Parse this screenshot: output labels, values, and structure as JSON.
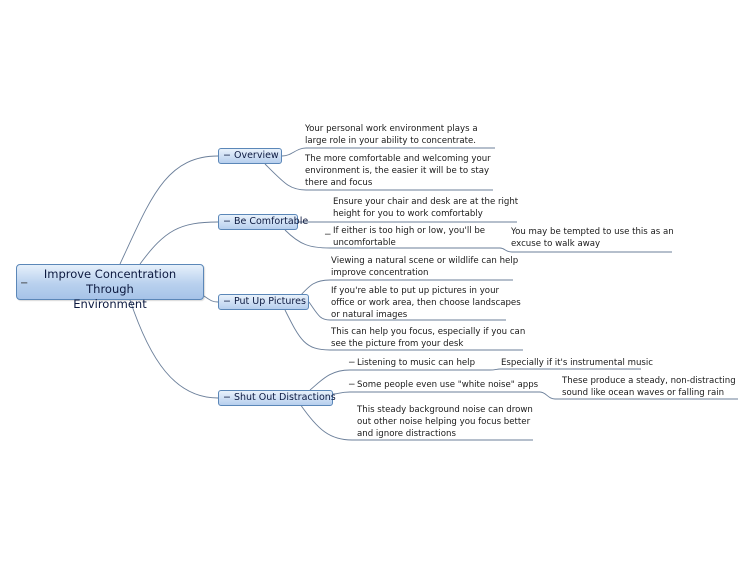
{
  "root": {
    "lines": [
      "Improve Concentration Through",
      "Environment"
    ]
  },
  "branches": {
    "overview": "Overview",
    "comfortable": "Be Comfortable",
    "pictures": "Put Up Pictures",
    "distractions": "Shut Out Distractions"
  },
  "overview": {
    "t1": [
      "Your personal work environment plays a",
      "large role in your ability to concentrate."
    ],
    "t2": [
      "The more comfortable and welcoming your",
      "environment is, the easier it will be to stay",
      "there and focus"
    ]
  },
  "comfortable": {
    "t1": [
      "Ensure your chair and desk are at the right",
      "height for you to work comfortably"
    ],
    "t2": [
      "If either is too high or low, you'll be",
      "uncomfortable"
    ],
    "t2_child": [
      "You may be tempted to use this as an",
      "excuse to walk away"
    ]
  },
  "pictures": {
    "t1": [
      "Viewing a natural scene or wildlife can help",
      "improve concentration"
    ],
    "t2": [
      "If you're able to put up pictures in your",
      "office or work area, then choose landscapes",
      "or natural images"
    ],
    "t3": [
      "This can help you focus, especially if you can",
      "see the picture from your desk"
    ]
  },
  "distractions": {
    "t1": "Listening to music can help",
    "t1_child": "Especially if it's instrumental music",
    "t2": "Some people even use \"white noise\" apps",
    "t2_child": [
      "These produce a steady, non-distracting",
      "sound like ocean waves or falling rain"
    ],
    "t3": [
      "This steady background noise can drown",
      "out other noise helping you focus better",
      "and ignore distractions"
    ]
  }
}
